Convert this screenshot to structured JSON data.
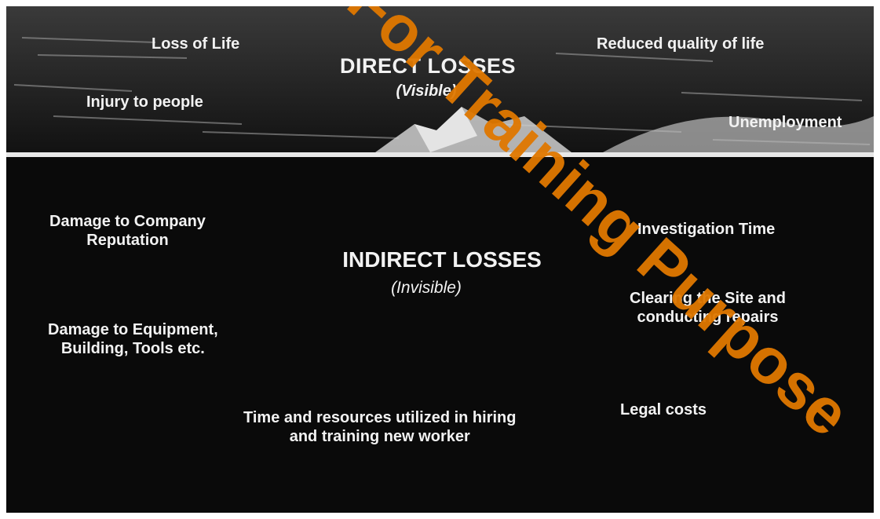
{
  "direct": {
    "title": "DIRECT LOSSES",
    "subtitle": "(Visible)",
    "items": [
      "Loss of Life",
      "Reduced quality of life",
      "Injury to people",
      "Unemployment"
    ]
  },
  "indirect": {
    "title": "INDIRECT LOSSES",
    "subtitle": "(Invisible)",
    "items": [
      "Damage to Company\nReputation",
      "Investigation Time",
      "Clearing the Site and\nconducting repairs",
      "Damage to Equipment,\nBuilding, Tools etc.",
      "Legal costs",
      "Time and resources utilized in hiring\nand training new worker"
    ]
  },
  "watermark": {
    "text": "For Training Purpose",
    "color": "#e07800"
  }
}
